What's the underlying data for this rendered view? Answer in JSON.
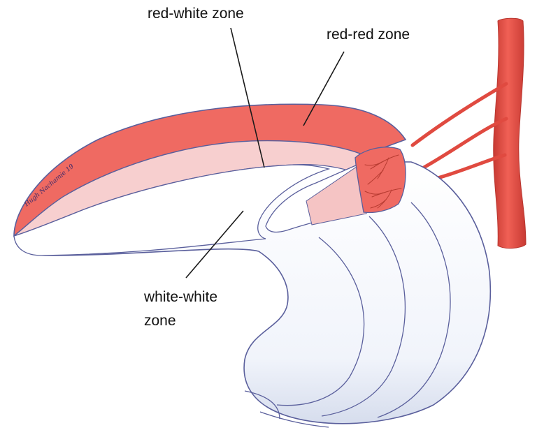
{
  "labels": {
    "red_white": "red-white zone",
    "red_red": "red-red zone",
    "white_white_line1": "white-white",
    "white_white_line2": "zone"
  },
  "signature": "Hugh Nachamie 19",
  "colors": {
    "red_zone": "#ef6a62",
    "red_white_zone": "#f7cfcf",
    "white_zone": "#ffffff",
    "outline": "#5a5f9c",
    "vessel": "#e04a40",
    "shadow": "#d3daea"
  }
}
